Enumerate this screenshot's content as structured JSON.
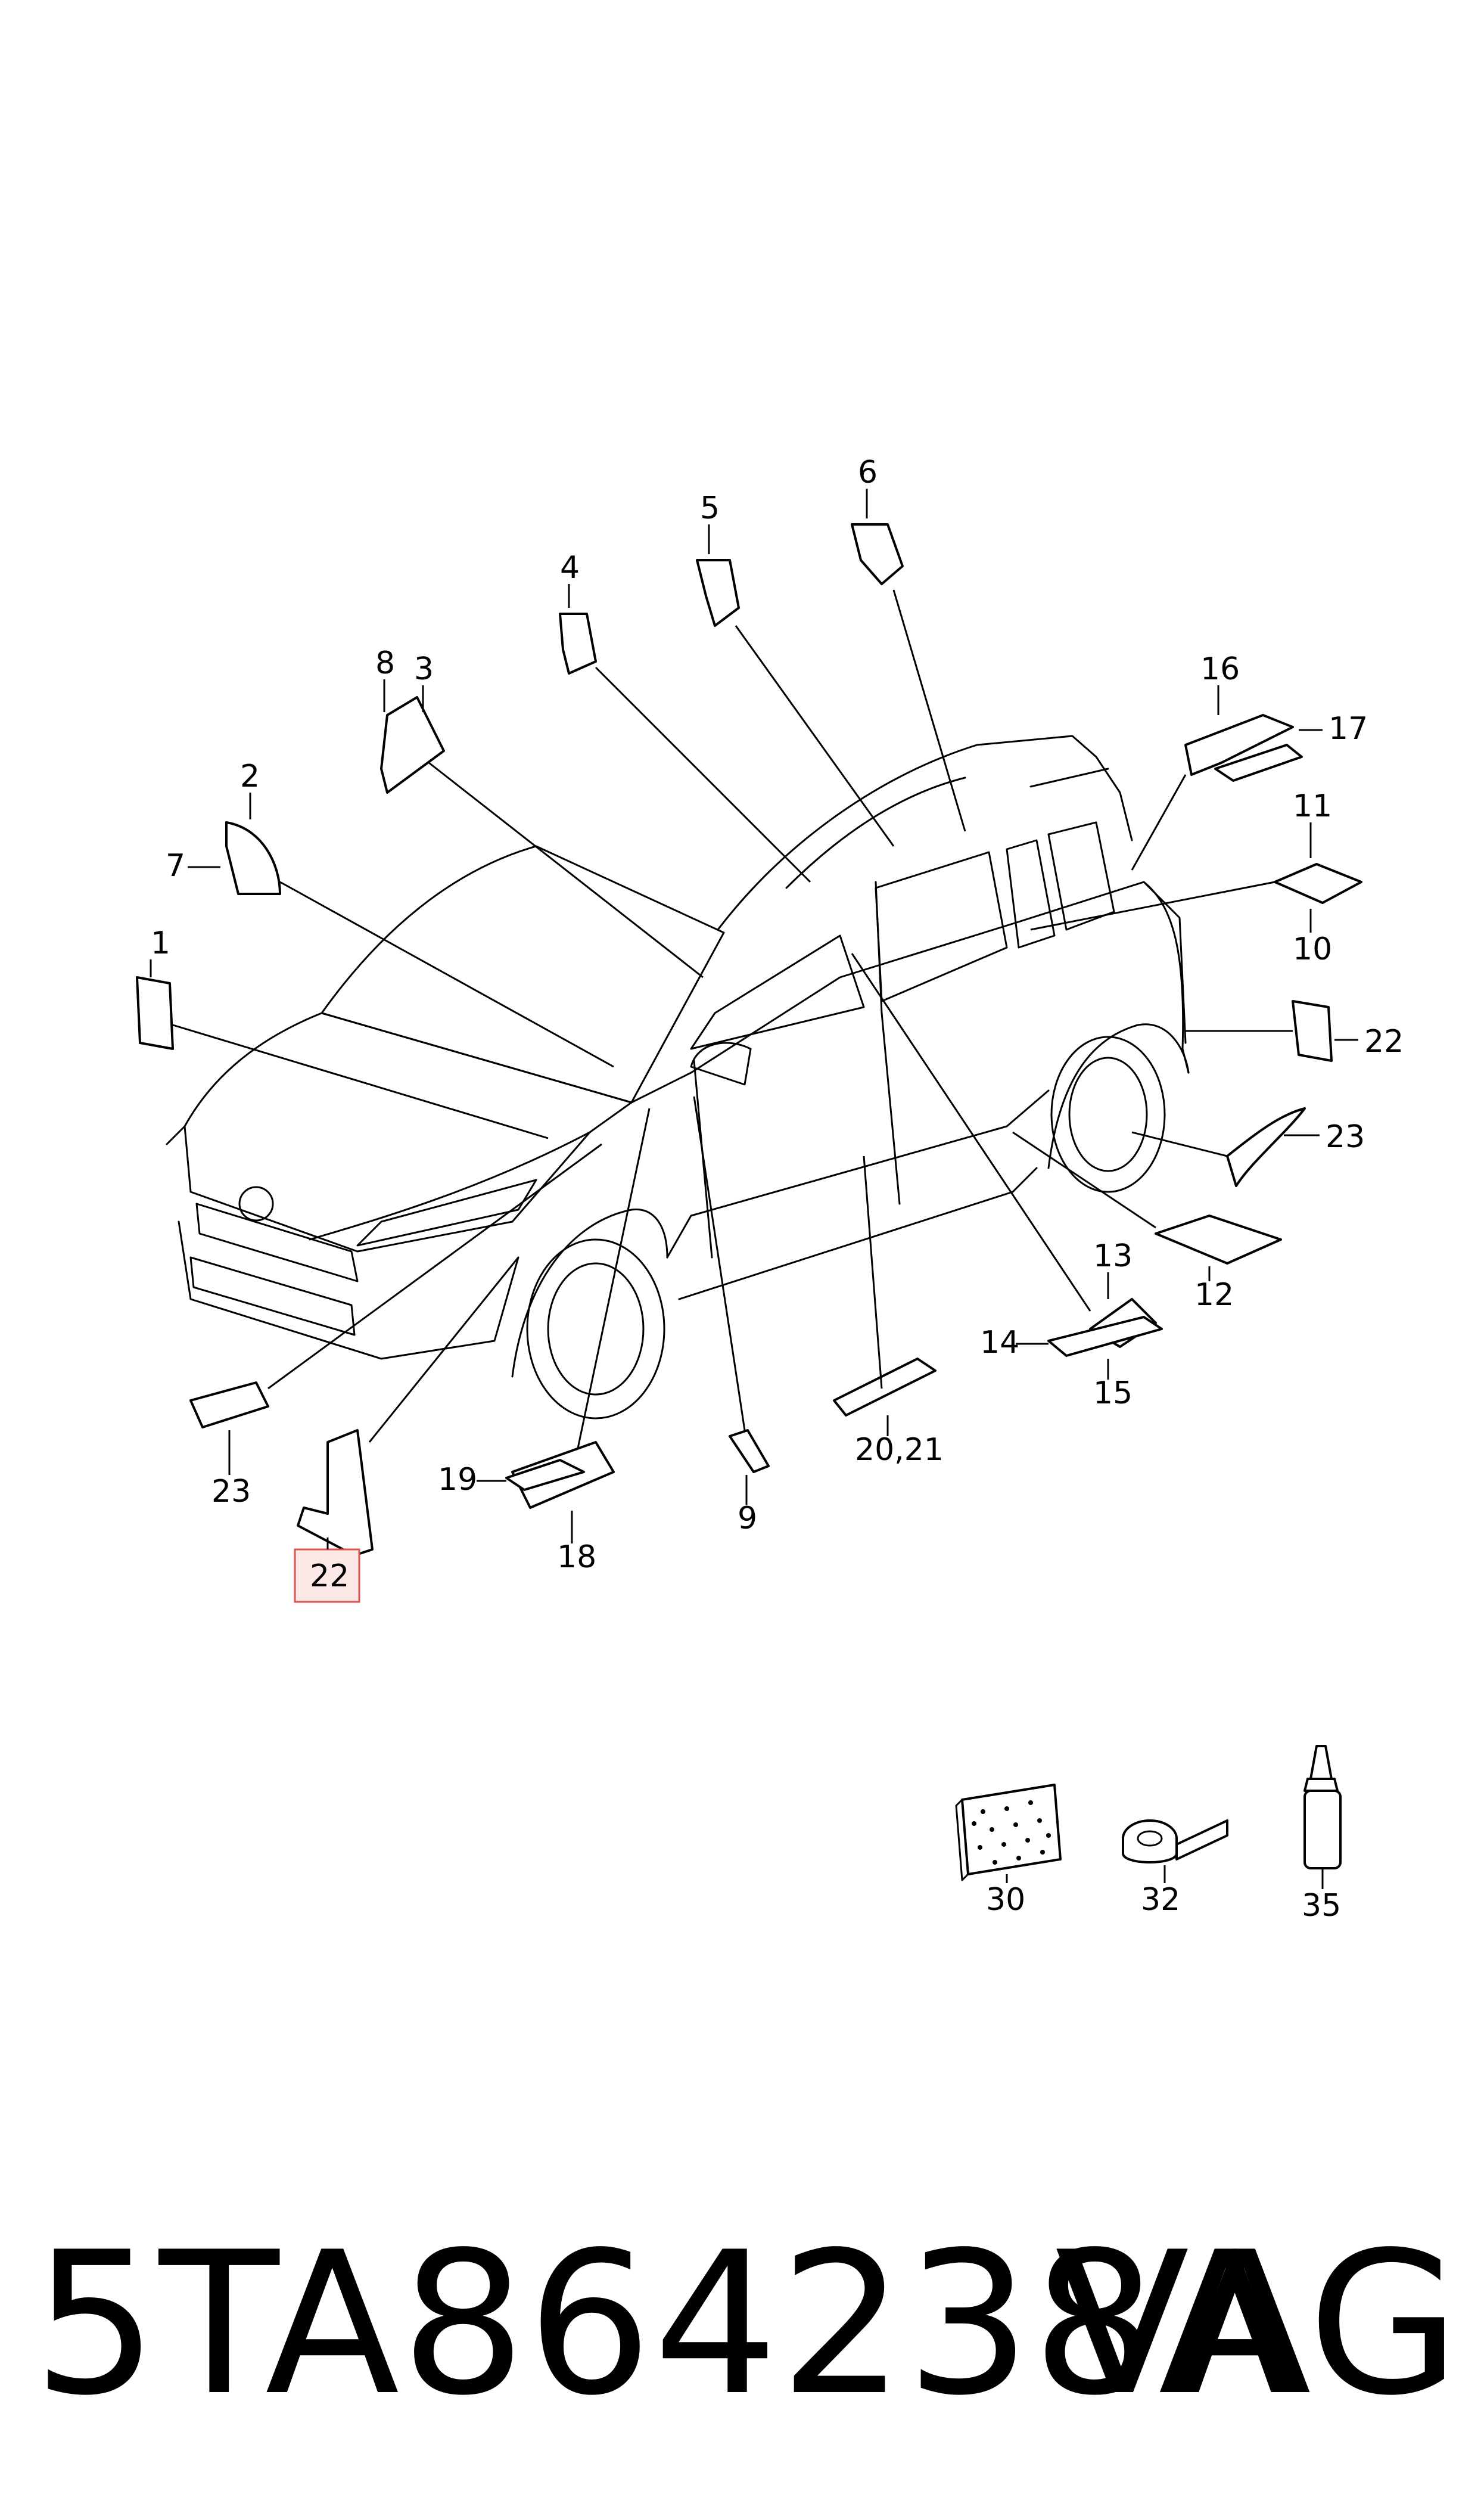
{
  "callouts": {
    "c1": "1",
    "c2": "2",
    "c3": "3",
    "c4": "4",
    "c5": "5",
    "c6": "6",
    "c7": "7",
    "c8": "8",
    "c9": "9",
    "c10": "10",
    "c11": "11",
    "c12": "12",
    "c13": "13",
    "c14": "14",
    "c15": "15",
    "c16": "16",
    "c17": "17",
    "c18": "18",
    "c19": "19",
    "c20_21": "20,21",
    "c22_front": "22",
    "c22_rear": "22",
    "c23_front": "23",
    "c23_rear": "23",
    "c30": "30",
    "c32": "32",
    "c35": "35"
  },
  "highlight": {
    "label": "22",
    "color": "#d9534f"
  },
  "footer": {
    "part_number": "5TA864238A",
    "brand": "VAG"
  }
}
